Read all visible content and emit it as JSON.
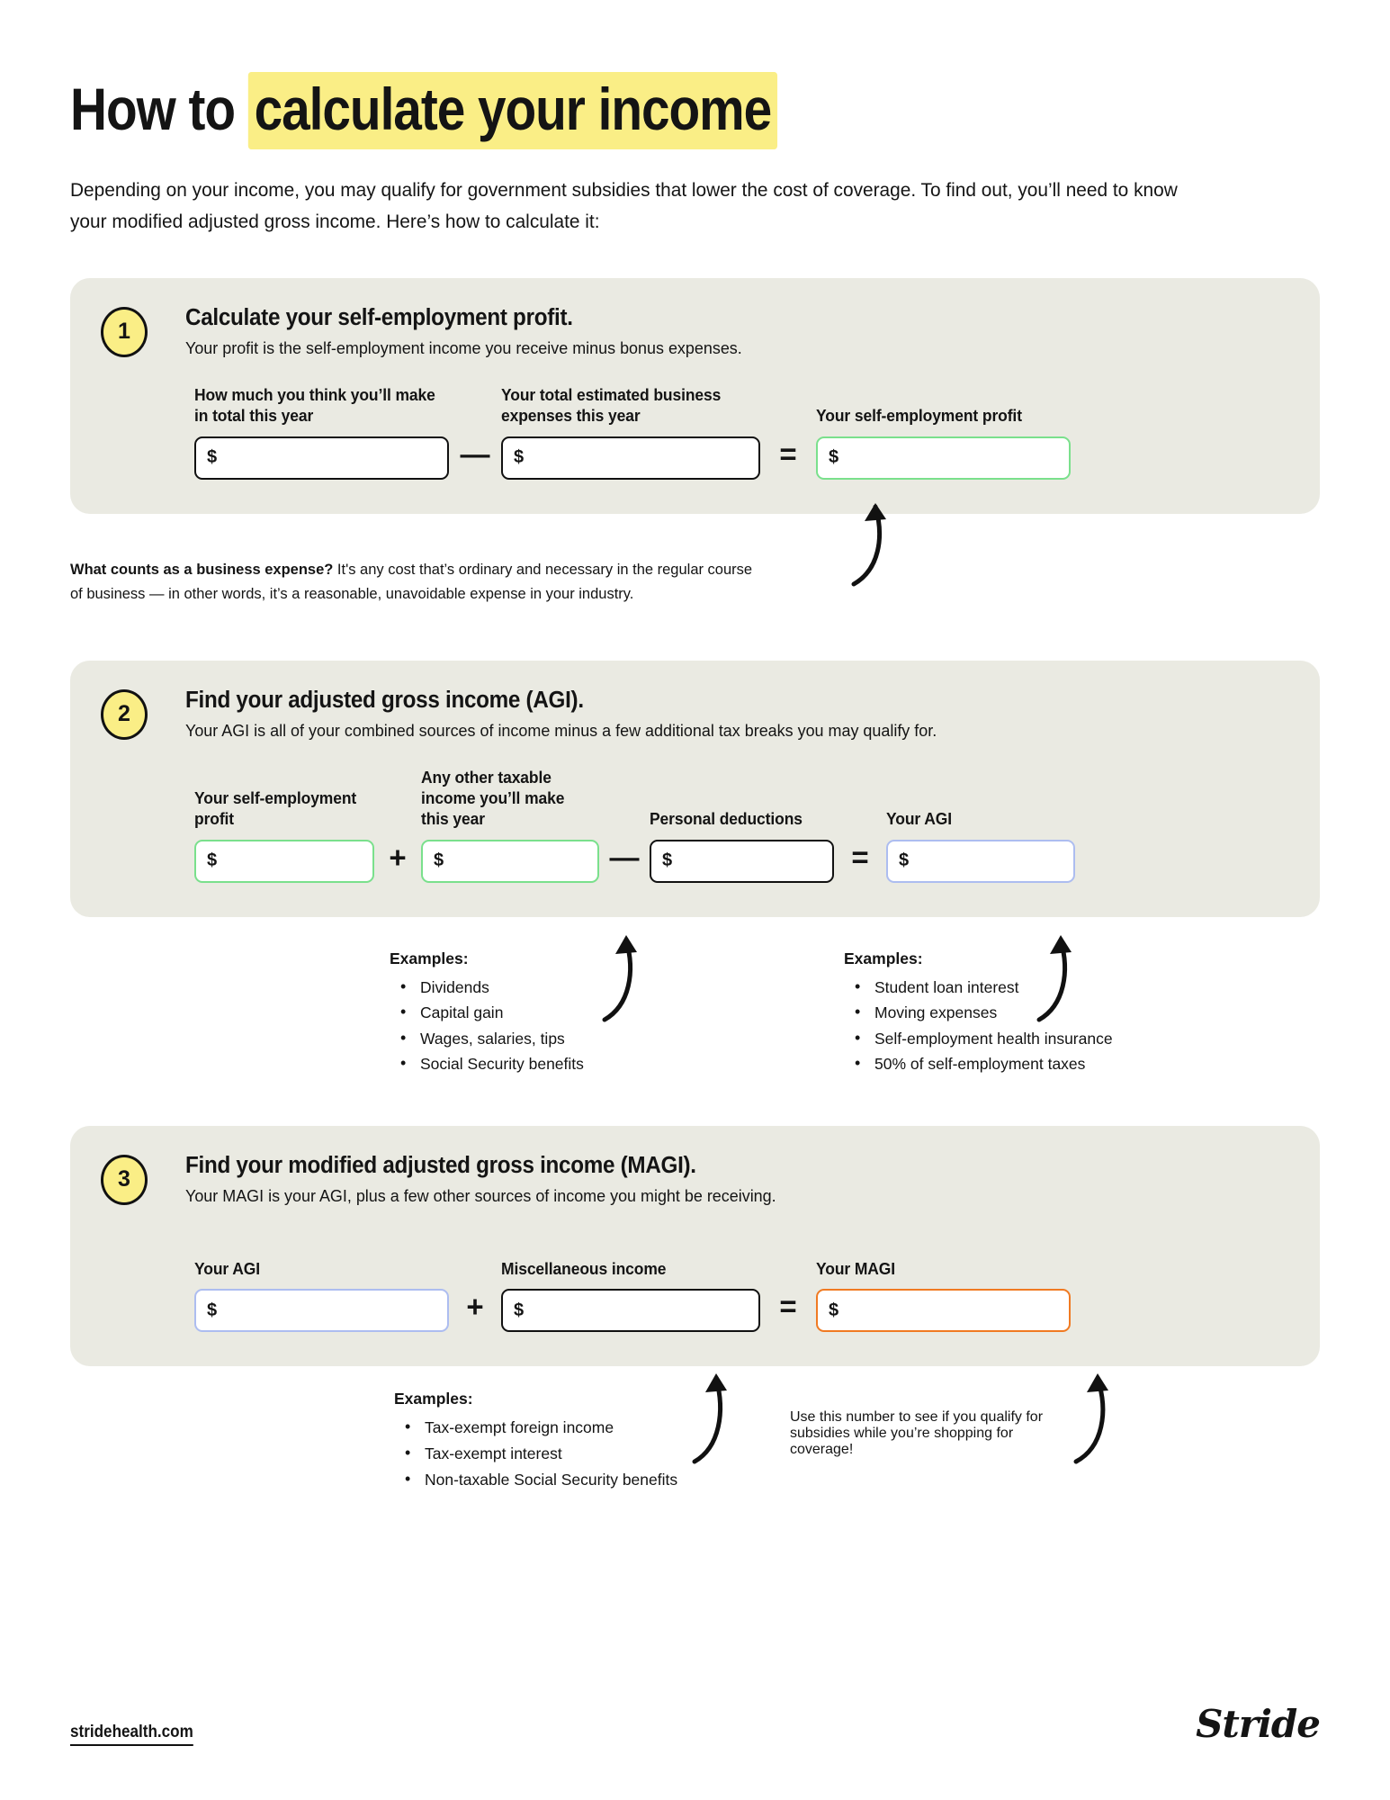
{
  "title": {
    "lead": "How to ",
    "highlight": "calculate your income"
  },
  "intro": "Depending on your income, you may qualify for government subsidies that lower the cost of coverage. To find out, you’ll need to know your modified adjusted gross income. Here’s how to calculate it:",
  "colors": {
    "card_bg": "#eaeae2",
    "highlight_yellow": "#faee86",
    "badge_yellow": "#faee86",
    "green_border": "#7ae08c",
    "blue_border": "#adbdf0",
    "orange_border": "#f07a22",
    "text": "#141414"
  },
  "steps": [
    {
      "number": "1",
      "title": "Calculate your self-employment profit.",
      "subtitle": "Your profit is the self-employment income you receive minus bonus expenses.",
      "fields": [
        {
          "label": "How much you think you’ll make in total this year",
          "prefix": "$",
          "value": "",
          "border": "black"
        },
        {
          "label": "Your total estimated business expenses this year",
          "prefix": "$",
          "value": "",
          "border": "black"
        },
        {
          "label": "Your self-employment profit",
          "prefix": "$",
          "value": "",
          "border": "green"
        }
      ],
      "operators": [
        "—",
        "="
      ]
    },
    {
      "number": "2",
      "title": "Find your adjusted gross income (AGI).",
      "subtitle": "Your AGI is all of your combined sources of income minus a few additional tax breaks you may qualify for.",
      "fields": [
        {
          "label": "Your self-employment profit",
          "prefix": "$",
          "value": "",
          "border": "green"
        },
        {
          "label": "Any other taxable income you’ll make this year",
          "prefix": "$",
          "value": "",
          "border": "green"
        },
        {
          "label": "Personal deductions",
          "prefix": "$",
          "value": "",
          "border": "black"
        },
        {
          "label": "Your AGI",
          "prefix": "$",
          "value": "",
          "border": "blue"
        }
      ],
      "operators": [
        "+",
        "—",
        "="
      ]
    },
    {
      "number": "3",
      "title": "Find your modified adjusted gross income (MAGI).",
      "subtitle": "Your MAGI is your AGI, plus a few other sources of income you might be receiving.",
      "fields": [
        {
          "label": "Your AGI",
          "prefix": "$",
          "value": "",
          "border": "blue"
        },
        {
          "label": "Miscellaneous income",
          "prefix": "$",
          "value": "",
          "border": "black"
        },
        {
          "label": "Your MAGI",
          "prefix": "$",
          "value": "",
          "border": "orange"
        }
      ],
      "operators": [
        "+",
        "="
      ]
    }
  ],
  "business_expense_note": {
    "bold": "What counts as a business expense?",
    "rest": " It's any cost that’s ordinary and necessary in the regular course of business — in other words, it’s a reasonable, unavoidable expense in your industry."
  },
  "examples_taxable_income": {
    "title": "Examples:",
    "items": [
      "Dividends",
      "Capital gain",
      "Wages, salaries, tips",
      "Social Security benefits"
    ]
  },
  "examples_deductions": {
    "title": "Examples:",
    "items": [
      "Student loan interest",
      "Moving expenses",
      "Self-employment health insurance",
      "50% of self-employment taxes"
    ]
  },
  "examples_misc_income": {
    "title": "Examples:",
    "items": [
      "Tax-exempt foreign income",
      "Tax-exempt interest",
      "Non-taxable Social Security benefits"
    ]
  },
  "magi_callout": "Use this number to see if you qualify for subsidies while you’re shopping for coverage!",
  "footer": {
    "link": "stridehealth.com",
    "logo": "Stride"
  }
}
